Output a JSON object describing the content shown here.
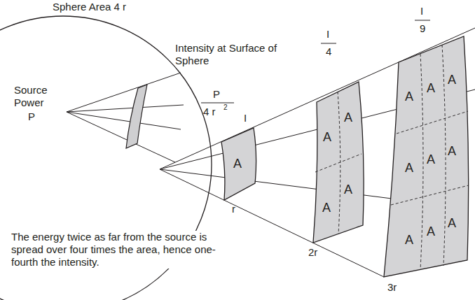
{
  "diagram": {
    "caption": "The energy twice as far from the source is spread over four times the area, hence one-fourth the intensity.",
    "labels": [
      "Sphere Area 4 r",
      "Intensity at Surface of Sphere",
      "Source Power",
      "P",
      "P",
      "4 r",
      "2",
      "I",
      "I",
      "4",
      "I",
      "9",
      "A",
      "A",
      "A",
      "A",
      "A",
      "A",
      "A",
      "A",
      "A",
      "A",
      "A",
      "A",
      "A",
      "A",
      "r",
      "2r",
      "3r"
    ]
  }
}
